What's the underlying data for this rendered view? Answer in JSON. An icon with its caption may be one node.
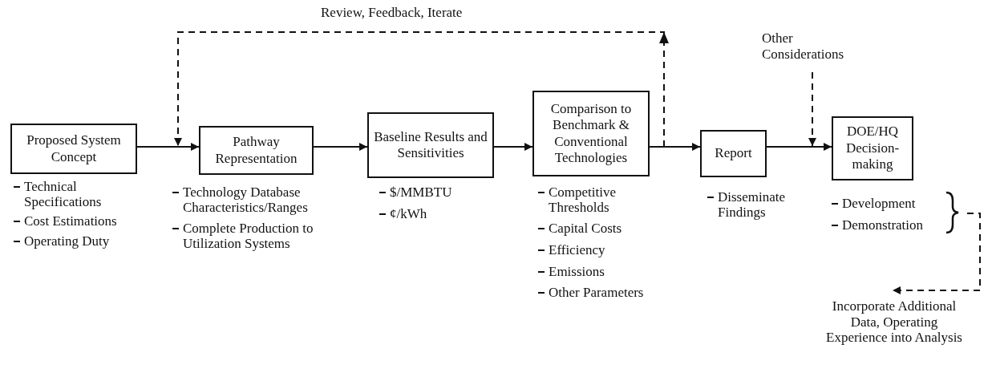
{
  "diagram": {
    "nodes": [
      {
        "text": [
          "Proposed System Concept"
        ],
        "beside": [
          "Technical Specifications",
          "Cost Estimations",
          "Operating Duty"
        ]
      },
      {
        "text": [
          "Pathway Representation"
        ],
        "beside": [
          "Technology Database Characteristics/Ranges",
          "Complete Production to Utilization Systems"
        ]
      },
      {
        "text": [
          "Baseline Results and Sensitivities"
        ],
        "beside": [
          "$/MMBTU",
          "¢/kWh"
        ]
      },
      {
        "text": [
          "Comparison to Benchmark & Conventional Technologies"
        ],
        "beside": [
          "Competitive Thresholds",
          "Capital Costs",
          "Efficiency",
          "Emissions",
          "Other Parameters"
        ]
      },
      {
        "text": [
          "Report"
        ],
        "beside": [
          "Disseminate Findings"
        ]
      },
      {
        "text": [
          "DOE/HQ Decision-making"
        ],
        "beside": [
          "Development",
          "Demonstration"
        ]
      },
      {
        "text": [
          "Other Considerations"
        ]
      },
      {
        "text": [
          "Incorporate Additional Data, Operating Experience into Analysis"
        ]
      }
    ],
    "edges": [
      {
        "from": 0,
        "to": 1,
        "arrow": "to"
      },
      {
        "from": 1,
        "to": 2,
        "arrow": "to"
      },
      {
        "from": 2,
        "to": 3,
        "arrow": "to"
      },
      {
        "from": 3,
        "to": 4,
        "arrow": "to"
      },
      {
        "from": 4,
        "to": 5,
        "arrow": "to"
      },
      {
        "from": 3,
        "to": 1,
        "arrow": "to",
        "style": "dashed",
        "label": "Review, Feedback, Iterate"
      },
      {
        "from": 6,
        "to": 5,
        "arrow": "to",
        "style": "dashed"
      },
      {
        "from": 5,
        "to": 7,
        "arrow": "to",
        "style": "dashed"
      }
    ]
  }
}
